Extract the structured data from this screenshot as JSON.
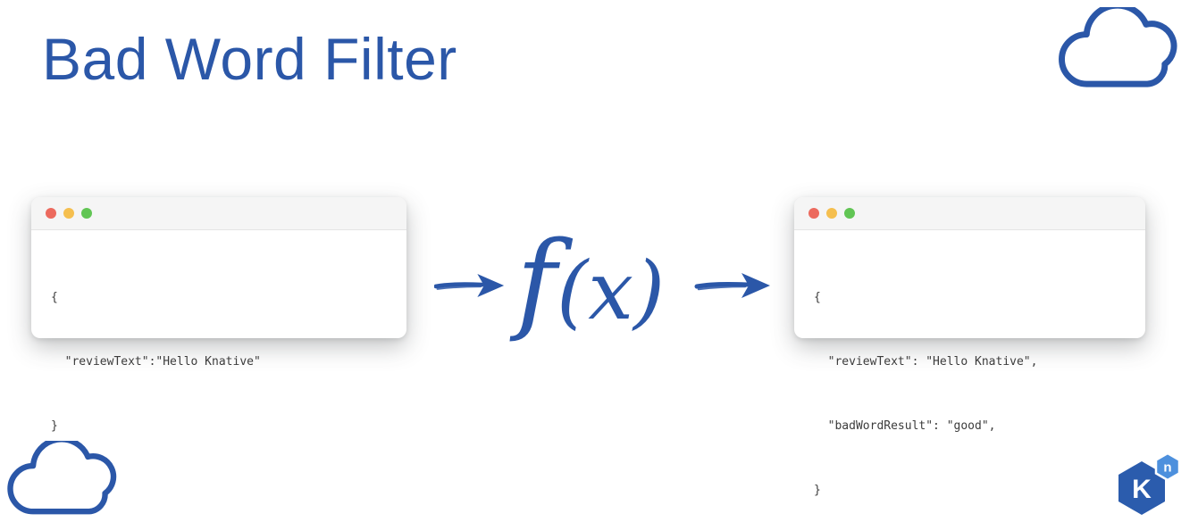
{
  "title": "Bad Word Filter",
  "function": {
    "f": "f",
    "args": "(x)"
  },
  "input_window": {
    "lines": [
      "{",
      "  \"reviewText\":\"Hello Knative\"",
      "}"
    ]
  },
  "output_window": {
    "lines": [
      "{",
      "  \"reviewText\": \"Hello Knative\",",
      "  \"badWordResult\": \"good\",",
      "}"
    ]
  },
  "logo": {
    "k": "K",
    "n": "n"
  },
  "icons": {
    "clouds": "cloud-outline",
    "arrows": "hand-drawn-right-arrow",
    "window_controls": [
      "close",
      "minimize",
      "zoom"
    ],
    "logo": "knative-hexagon"
  },
  "colors": {
    "accent_blue": "#2b57a8",
    "dot_red": "#ec6a5e",
    "dot_yellow": "#f5bf4f",
    "dot_green": "#61c554",
    "logo_dark_blue": "#2b5cad",
    "logo_light_blue": "#4d90dd",
    "code_text": "#3c3c3c",
    "window_header_bg": "#f5f5f5"
  }
}
